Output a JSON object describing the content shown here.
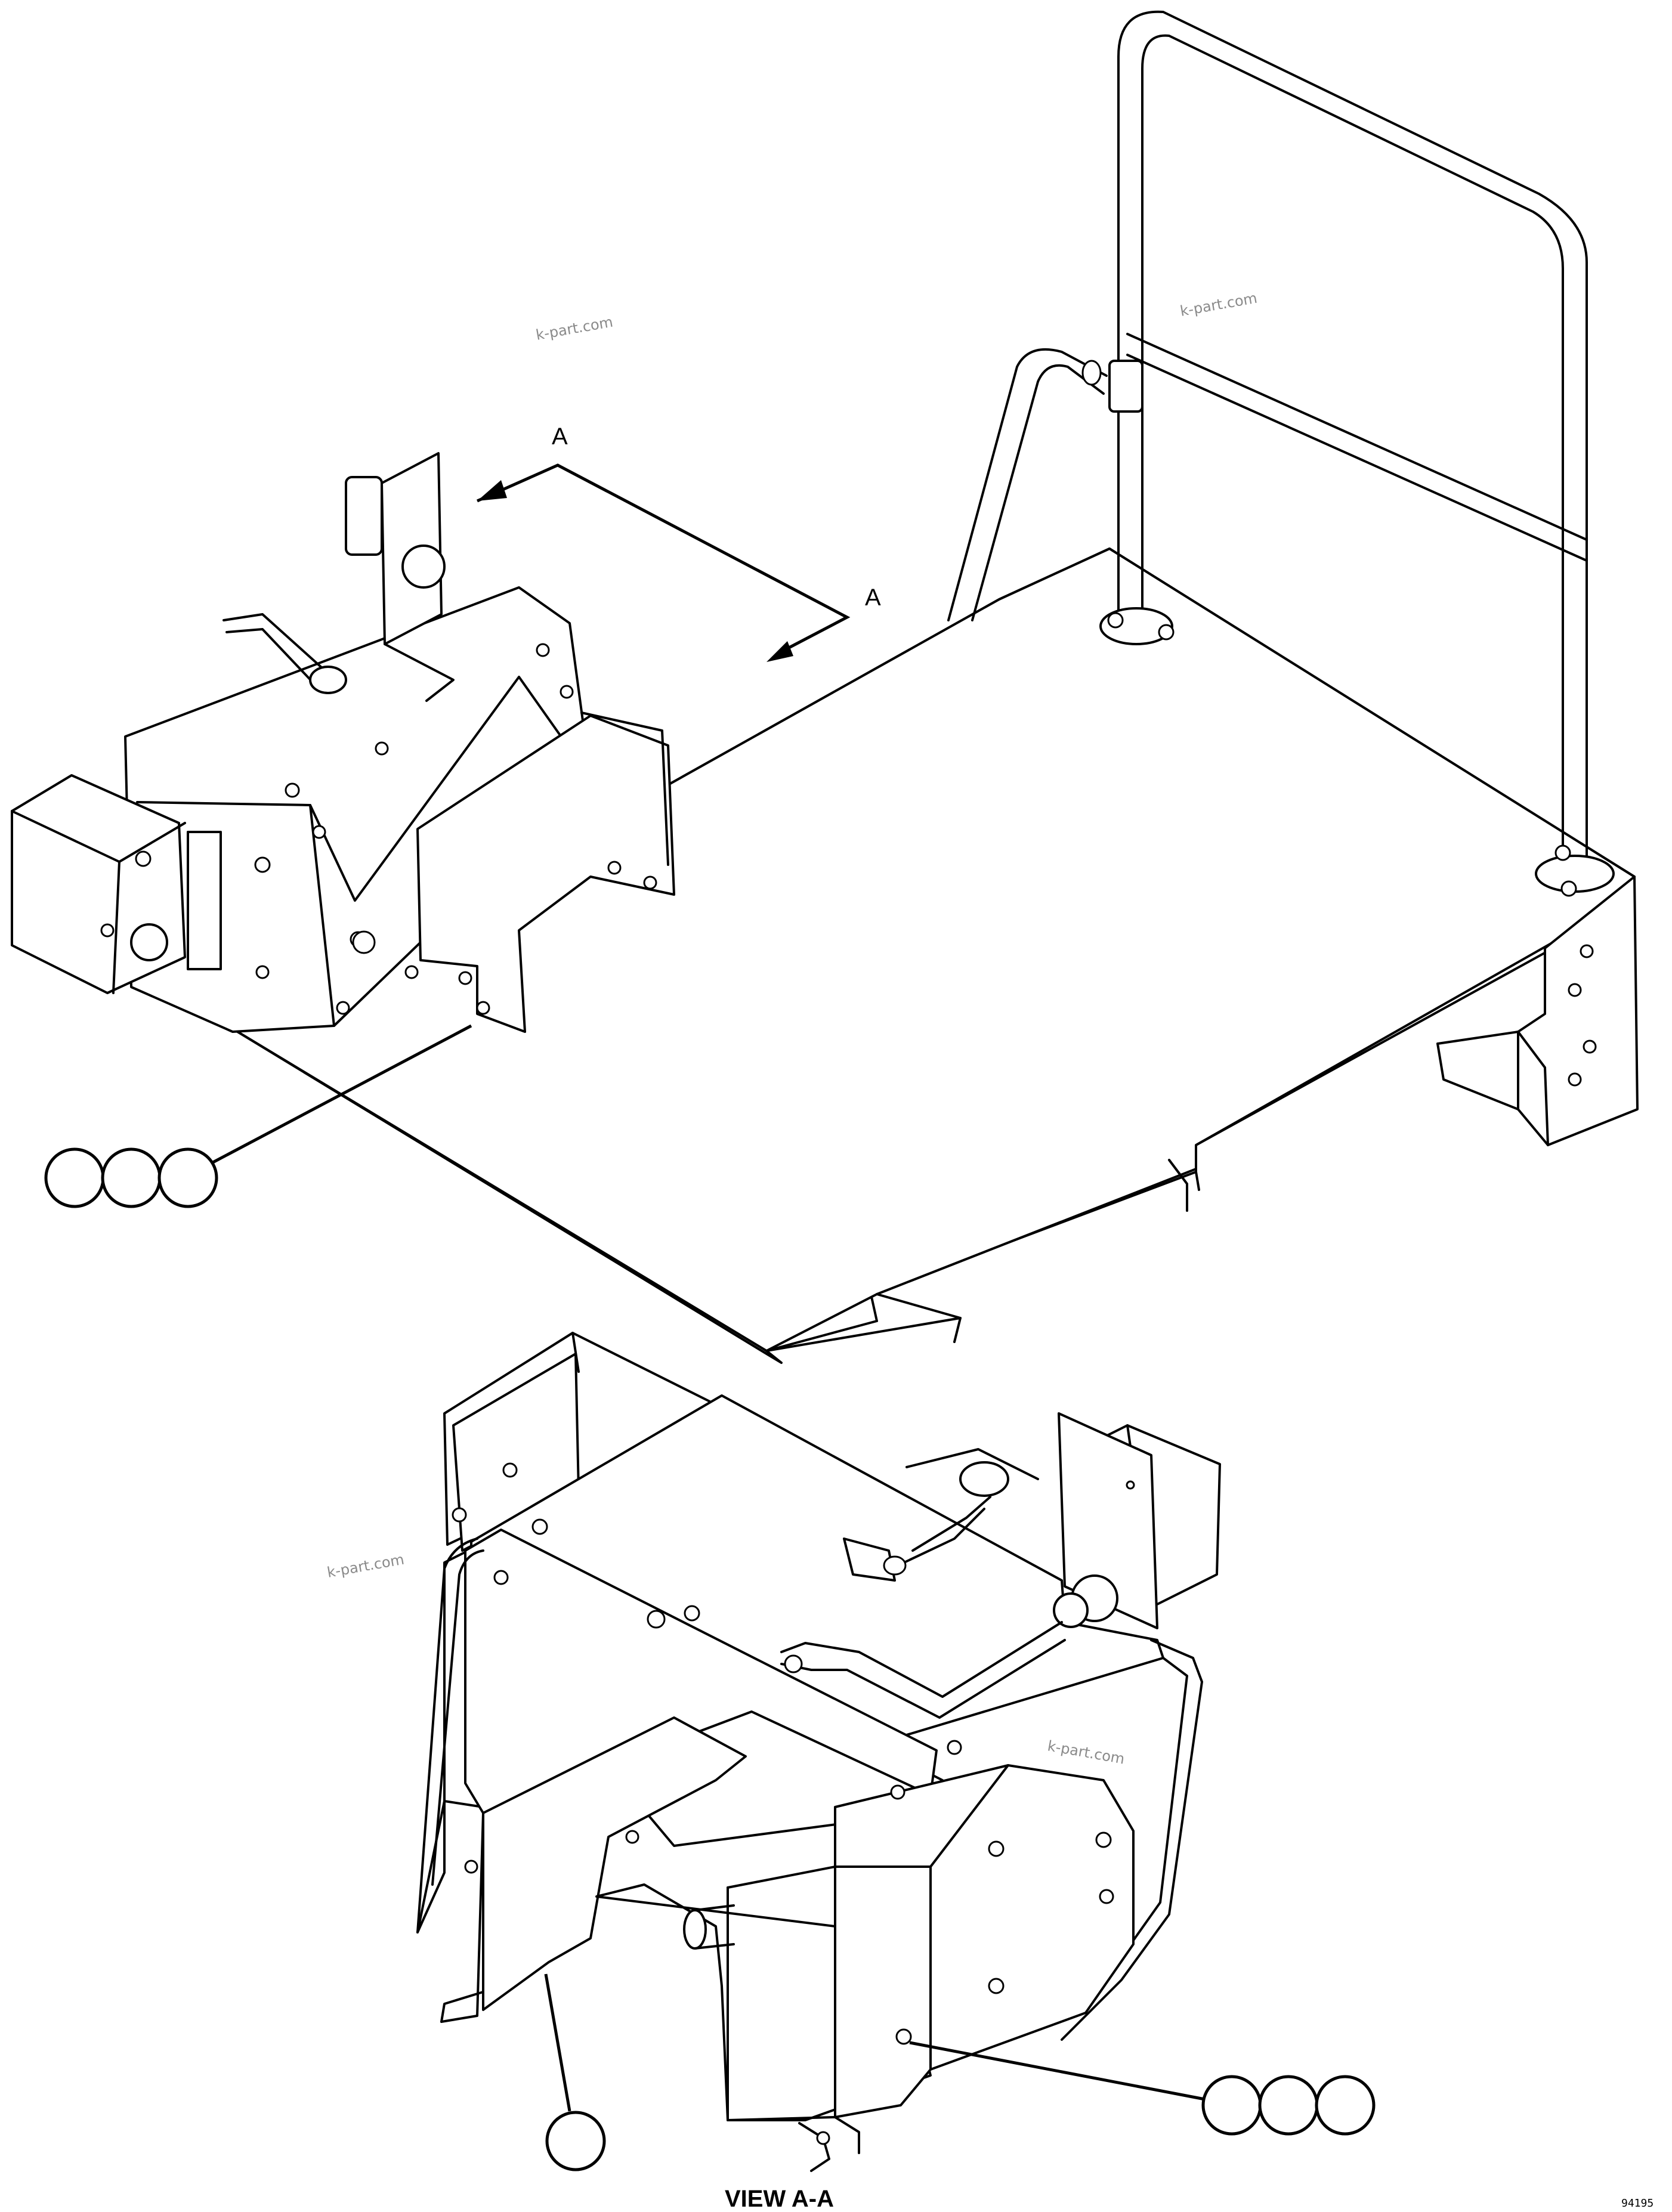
{
  "section_labels": {
    "top": "A",
    "right": "A"
  },
  "view_label": "VIEW A-A",
  "watermarks": [
    "k-part.com",
    "k-part.com",
    "k-part.com",
    "k-part.com"
  ],
  "drawing_code": "94195",
  "callouts": {
    "top_group": [
      "",
      "",
      ""
    ],
    "bottom_single": [
      ""
    ],
    "bottom_group": [
      "",
      "",
      ""
    ]
  }
}
